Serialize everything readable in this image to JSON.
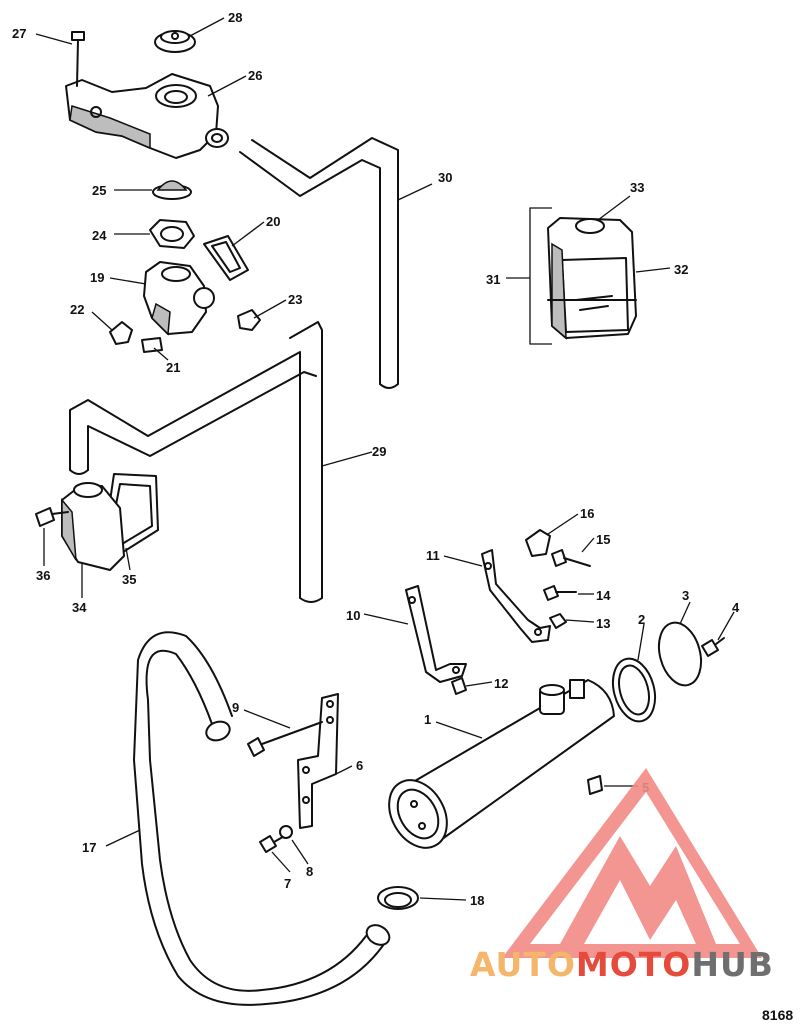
{
  "diagram": {
    "drawing_number": "8168",
    "callouts": [
      "1",
      "2",
      "3",
      "4",
      "5",
      "6",
      "7",
      "8",
      "9",
      "10",
      "11",
      "12",
      "13",
      "14",
      "15",
      "16",
      "17",
      "18",
      "19",
      "20",
      "21",
      "22",
      "23",
      "24",
      "25",
      "26",
      "27",
      "28",
      "29",
      "30",
      "31",
      "32",
      "33",
      "34",
      "35",
      "36"
    ]
  },
  "watermark": {
    "part1": "AUTO",
    "part2": "MOTO",
    "part3": "HUB",
    "colors": {
      "auto": "#f5b56a",
      "moto": "#e64a3c",
      "hub": "#6f6f6f",
      "logo": "#f28a86"
    }
  }
}
